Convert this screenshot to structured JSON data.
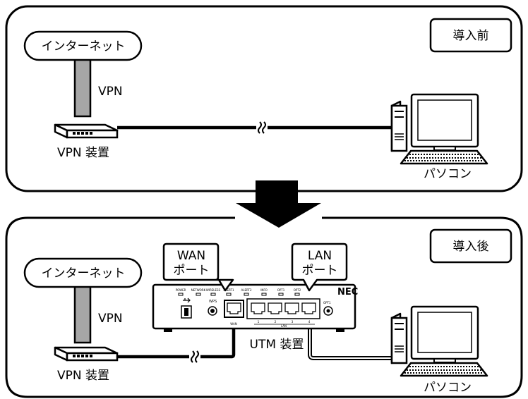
{
  "before": {
    "title": "導入前",
    "internet_label": "インターネット",
    "vpn_label": "VPN",
    "vpn_device_label": "VPN 装置",
    "pc_label": "パソコン"
  },
  "after": {
    "title": "導入後",
    "internet_label": "インターネット",
    "vpn_label": "VPN",
    "vpn_device_label": "VPN 装置",
    "pc_label": "パソコン",
    "utm_label": "UTM 装置",
    "wan_callout": [
      "WAN",
      "ポート"
    ],
    "lan_callout": [
      "LAN",
      "ポート"
    ],
    "utm_brand": "NEC",
    "utm_led_labels": [
      "POWER",
      "NETWORK",
      "WIRELESS",
      "ALERT1",
      "ALERT2",
      "INFO",
      "OPT1",
      "OPT2"
    ],
    "utm_port_labels": [
      "WPS",
      "WAN",
      "LAN",
      "OPT1"
    ],
    "lan_port_numbers": [
      "1",
      "2",
      "3",
      "4"
    ]
  },
  "colors": {
    "stroke": "#000000",
    "vpn_bar": "#a6a6a6",
    "background": "#ffffff",
    "device_fill": "#ffffff",
    "utm_body": "#f2f2f2"
  },
  "icons": {
    "transition_arrow": "down-arrow-icon",
    "usb": "usb-icon",
    "computer": "desktop-pc-icon",
    "router": "vpn-router-icon"
  }
}
